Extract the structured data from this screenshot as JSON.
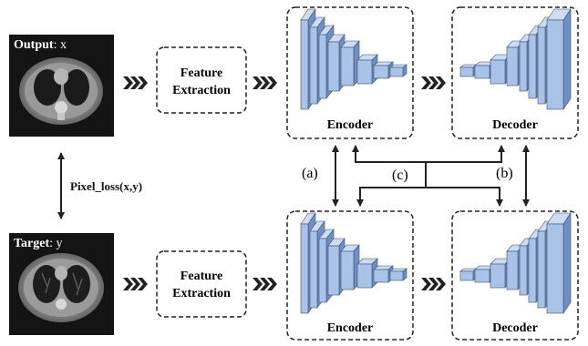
{
  "images": {
    "output": {
      "label_bold": "Output",
      "label_rest": ": x"
    },
    "target": {
      "label_bold": "Target",
      "label_rest": ": y"
    }
  },
  "feature_box": {
    "line1": "Feature",
    "line2": "Extraction"
  },
  "encoder_label": "Encoder",
  "decoder_label": "Decoder",
  "pixel_loss_label": "Pixel_loss(x,y)",
  "connection_labels": {
    "a": "(a)",
    "b": "(b)",
    "c": "(c)"
  },
  "colors": {
    "block_face": "#a9c2e8",
    "block_side": "#6f8fc2",
    "block_top": "#cddcf3",
    "chevron": "#222222",
    "ct_background": "#1a1a1a"
  }
}
